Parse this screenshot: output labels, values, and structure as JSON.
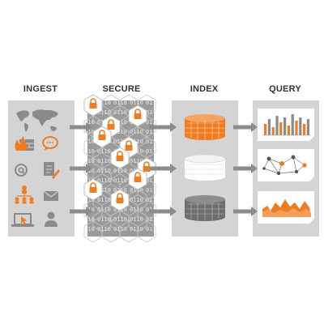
{
  "stages": [
    {
      "id": "ingest",
      "label": "INGEST"
    },
    {
      "id": "secure",
      "label": "SECURE"
    },
    {
      "id": "index",
      "label": "INDEX"
    },
    {
      "id": "query",
      "label": "QUERY"
    }
  ],
  "colors": {
    "accent": "#F07C22",
    "panel": "#D4D4D4",
    "panel_dark": "#9A9A9A",
    "icon_gray": "#8A8A8A",
    "arrow": "#8C8C8C",
    "text": "#333333"
  },
  "ingest_icons": [
    "world-map-icon",
    "firewall-icon",
    "chat-icon",
    "at-sign-icon",
    "document-pen-icon",
    "org-chart-icon",
    "email-icon",
    "laptop-cursor-icon",
    "user-icon"
  ],
  "secure_icons": [
    "lock-icon"
  ],
  "index_icons": [
    "database-orange-icon",
    "database-white-icon",
    "database-gray-icon"
  ],
  "query_icons": [
    "bar-chart-icon",
    "network-graph-icon",
    "area-chart-icon"
  ]
}
